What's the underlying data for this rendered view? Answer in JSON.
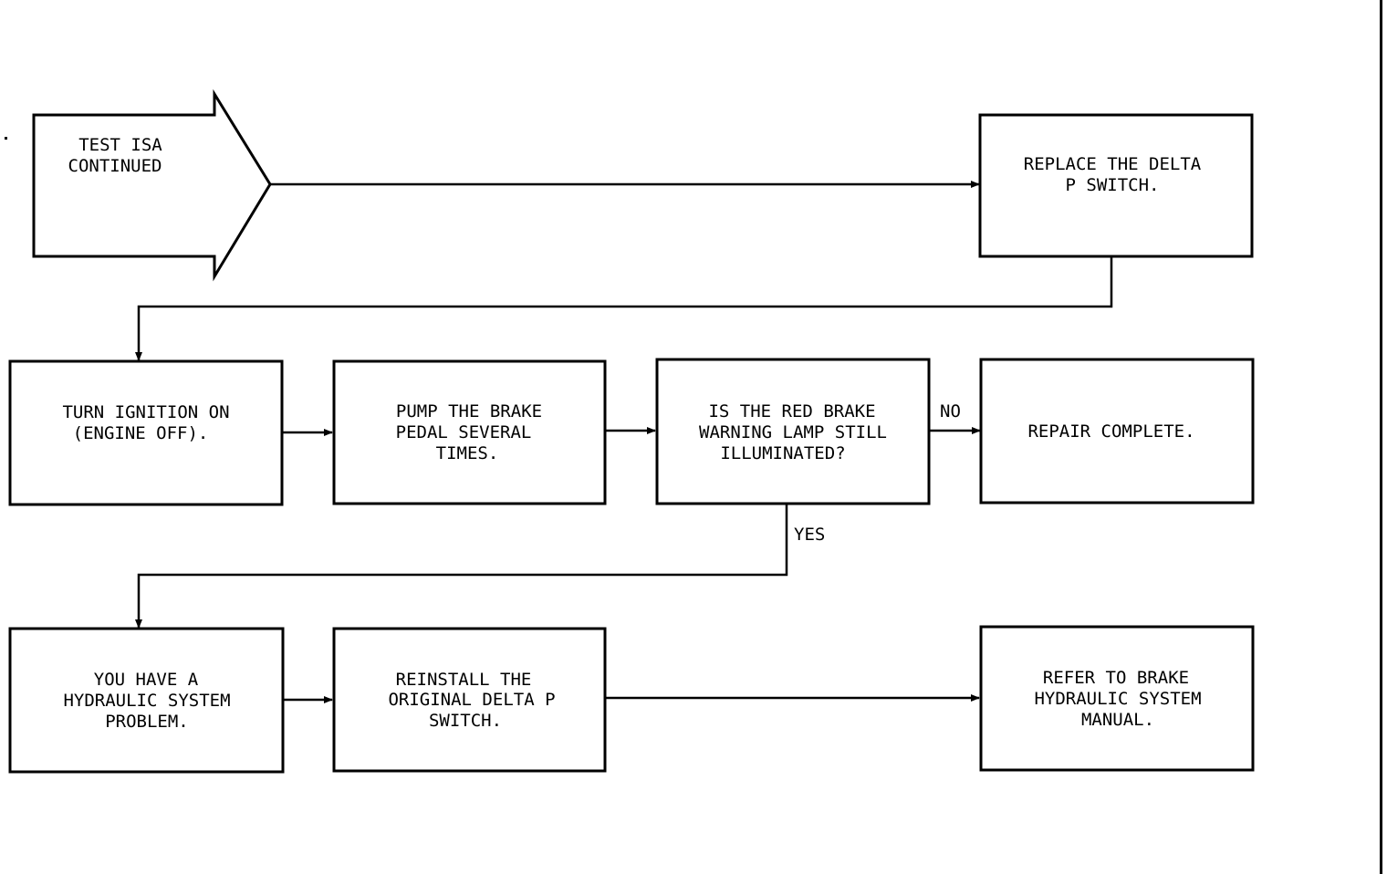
{
  "nodes": {
    "start": {
      "lines": [
        "TEST ISA",
        "CONTINUED"
      ]
    },
    "replace_switch": {
      "lines": [
        "REPLACE THE DELTA",
        "P SWITCH."
      ]
    },
    "ignition": {
      "lines": [
        "TURN IGNITION ON",
        "(ENGINE OFF)."
      ]
    },
    "pump_pedal": {
      "lines": [
        "PUMP THE BRAKE",
        "PEDAL SEVERAL",
        "TIMES."
      ]
    },
    "lamp_question": {
      "lines": [
        "IS THE RED BRAKE",
        "WARNING LAMP STILL",
        "ILLUMINATED?"
      ]
    },
    "repair_complete": {
      "lines": [
        "REPAIR COMPLETE."
      ]
    },
    "hydraulic_problem": {
      "lines": [
        "YOU HAVE A",
        "HYDRAULIC SYSTEM",
        "PROBLEM."
      ]
    },
    "reinstall_switch": {
      "lines": [
        "REINSTALL THE",
        "ORIGINAL DELTA P",
        "SWITCH."
      ]
    },
    "refer_manual": {
      "lines": [
        "REFER TO BRAKE",
        "HYDRAULIC SYSTEM",
        "MANUAL."
      ]
    }
  },
  "edges": {
    "no_label": "NO",
    "yes_label": "YES"
  }
}
